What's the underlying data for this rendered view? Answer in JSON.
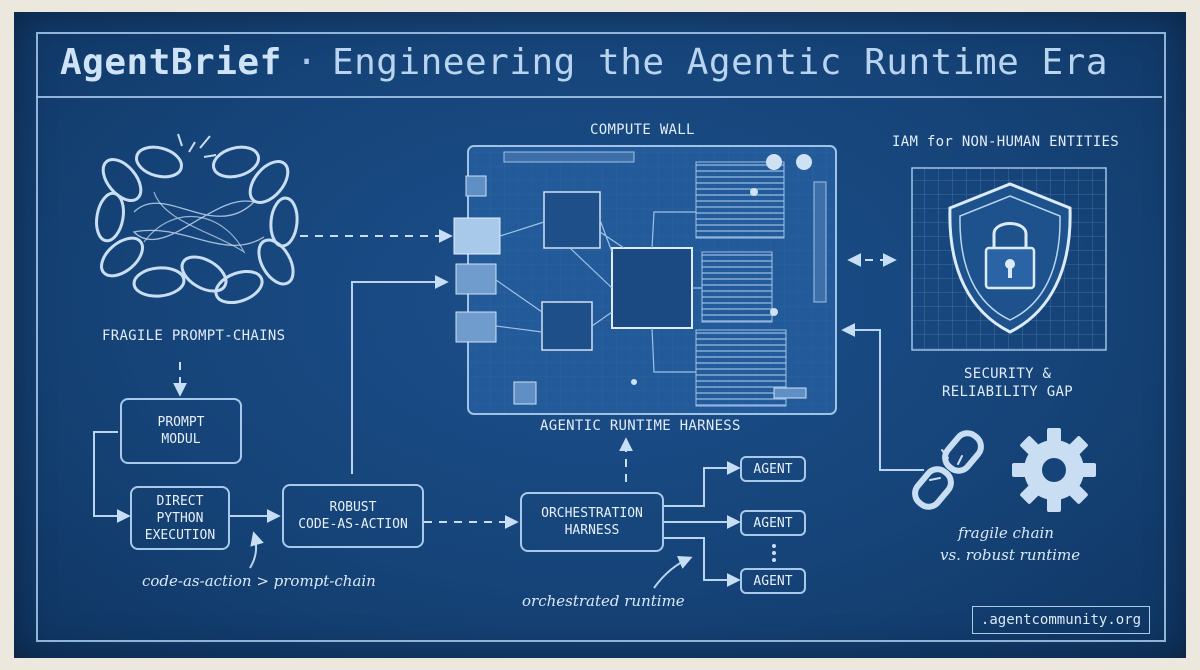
{
  "header": {
    "brand": "AgentBrief",
    "separator": "·",
    "subtitle": "Engineering the Agentic Runtime Era"
  },
  "labels": {
    "fragile_chains": "FRAGILE PROMPT-CHAINS",
    "compute_wall": "COMPUTE WALL",
    "iam": "IAM for NON-HUMAN ENTITIES",
    "security_line1": "SECURITY &",
    "security_line2": "RELIABILITY GAP",
    "runtime_harness": "AGENTIC RUNTIME HARNESS"
  },
  "boxes": {
    "prompt_module": "PROMPT\nMODUL",
    "direct_python": "DIRECT\nPYTHON\nEXECUTION",
    "robust_code": "ROBUST\nCODE-AS-ACTION",
    "orchestration": "ORCHESTRATION\nHARNESS"
  },
  "agents": [
    "AGENT",
    "AGENT",
    "AGENT"
  ],
  "annotations": {
    "code_vs_chain": "code-as-action > prompt-chain",
    "orchestrated": "orchestrated runtime",
    "fragile_vs_robust_1": "fragile chain",
    "fragile_vs_robust_2": "vs. robust runtime"
  },
  "footer": {
    "url": ".agentcommunity.org"
  },
  "colors": {
    "blueprint_bg": "#164479",
    "line": "#b9d5f1",
    "paper": "#ece8de"
  },
  "icons": [
    "broken-chain-icon",
    "circuit-board-icon",
    "shield-lock-icon",
    "broken-link-icon",
    "gear-icon"
  ]
}
